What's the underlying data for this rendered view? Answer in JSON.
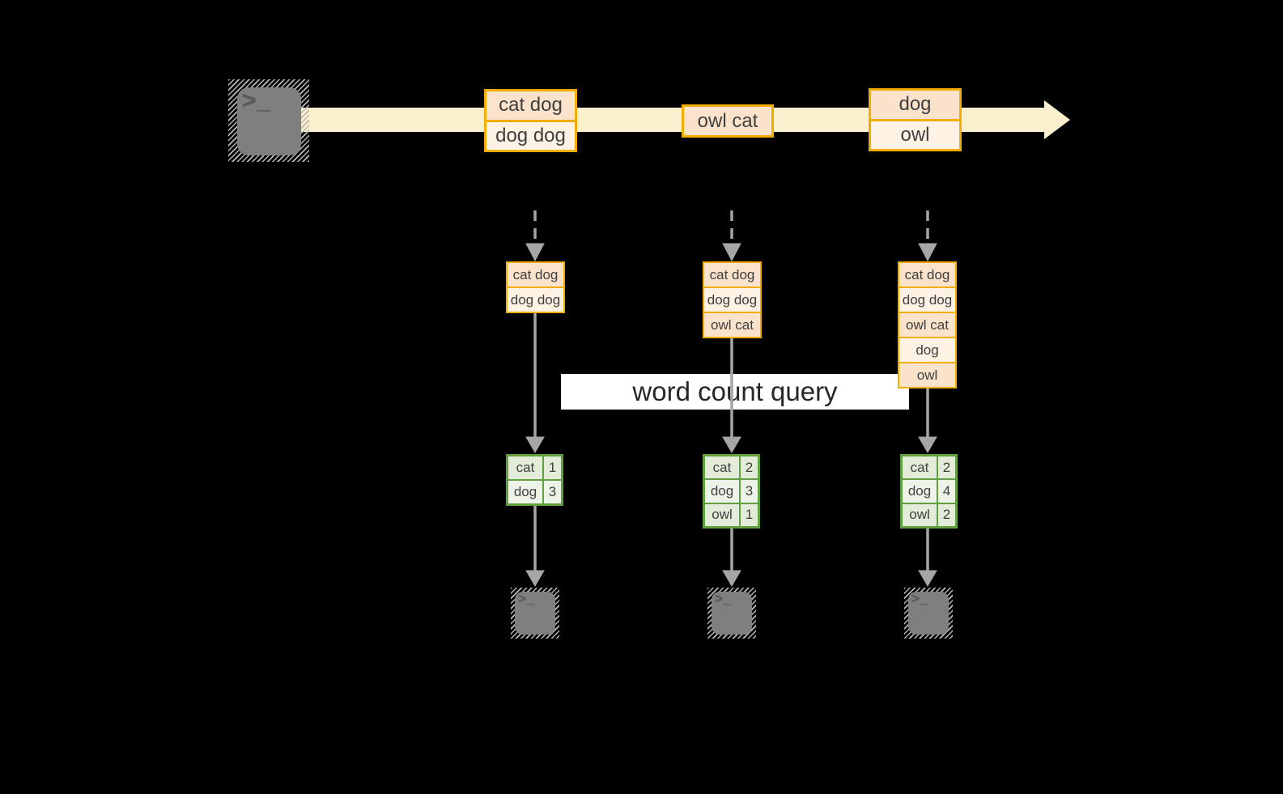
{
  "query": {
    "label": "word count query"
  },
  "icons": {
    "terminal_glyph": ">_"
  },
  "stream": {
    "batches": [
      {
        "rows": [
          "cat dog",
          "dog dog"
        ]
      },
      {
        "rows": [
          "owl cat"
        ]
      },
      {
        "rows": [
          "dog",
          "owl"
        ]
      }
    ]
  },
  "buffers": [
    {
      "rows": [
        "cat dog",
        "dog dog"
      ]
    },
    {
      "rows": [
        "cat dog",
        "dog dog",
        "owl cat"
      ]
    },
    {
      "rows": [
        "cat dog",
        "dog dog",
        "owl cat",
        "dog",
        "owl"
      ]
    }
  ],
  "results": [
    {
      "rows": [
        {
          "word": "cat",
          "count": "1"
        },
        {
          "word": "dog",
          "count": "3"
        }
      ]
    },
    {
      "rows": [
        {
          "word": "cat",
          "count": "2"
        },
        {
          "word": "dog",
          "count": "3"
        },
        {
          "word": "owl",
          "count": "1"
        }
      ]
    },
    {
      "rows": [
        {
          "word": "cat",
          "count": "2"
        },
        {
          "word": "dog",
          "count": "4"
        },
        {
          "word": "owl",
          "count": "2"
        }
      ]
    }
  ],
  "colors": {
    "background": "#000000",
    "stream_band": "#FBF0CD",
    "record_border": "#F2AE00",
    "record_fill_dark": "#FAE2CB",
    "record_fill_light": "#FDF2E3",
    "result_border": "#60A041",
    "result_fill": "#E2ECD9",
    "result_fill_light": "#EDF3E7",
    "arrow_gray": "#A6A6A6",
    "terminal_gray": "#7F7F7F",
    "query_band": "#FFFFFF"
  }
}
